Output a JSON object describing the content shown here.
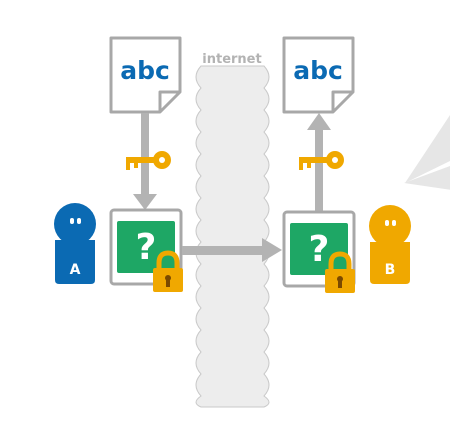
{
  "labels": {
    "internet": "internet"
  },
  "documents": {
    "sender_text": "abc",
    "receiver_text": "abc"
  },
  "encrypted": {
    "symbol": "?"
  },
  "people": {
    "sender_letter": "A",
    "receiver_letter": "B"
  },
  "colors": {
    "sender": "#0b6ab3",
    "receiver": "#f0a800",
    "key": "#f0a800",
    "encrypted_box": "#1ea765",
    "arrow": "#b3b3b3",
    "document_outline": "#a8a8a8",
    "internet_cloud": "#ededed",
    "speech_bubble": "#e6e6e6"
  },
  "icons": [
    "key-icon",
    "padlock-icon",
    "document-icon",
    "person-icon",
    "speech-bubble-icon"
  ]
}
